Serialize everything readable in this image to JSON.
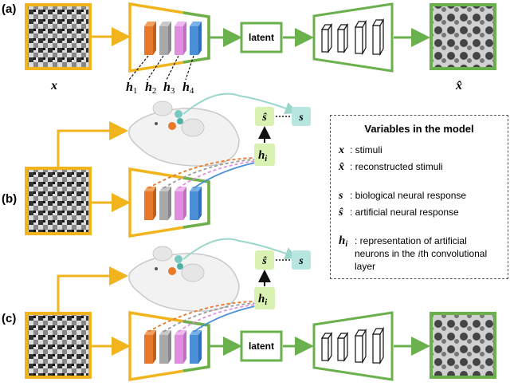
{
  "panels": {
    "a": {
      "label": "(a)",
      "latent": "latent",
      "input_symbol": "x",
      "output_symbol": "x̂",
      "layers": [
        "h",
        "h",
        "h",
        "h"
      ],
      "subs": [
        "1",
        "2",
        "3",
        "4"
      ]
    },
    "b": {
      "label": "(b)",
      "s_hat": "ŝ",
      "s": "s",
      "h_i": "h",
      "h_i_sub": "i"
    },
    "c": {
      "label": "(c)",
      "latent": "latent",
      "s_hat": "ŝ",
      "s": "s",
      "h_i": "h",
      "h_i_sub": "i"
    }
  },
  "legend": {
    "title": "Variables in the model",
    "items": [
      {
        "symbol": "x",
        "text": ": stimuli"
      },
      {
        "symbol": "x̂",
        "text": ": reconstructed stimuli"
      },
      {
        "symbol": "s",
        "text": ": biological neural response"
      },
      {
        "symbol": "ŝ",
        "text": ": artificial neural response"
      },
      {
        "symbol": "h",
        "sub": "i",
        "text": ": representation of artificial",
        "text2": "neurons in the ",
        "ital": "i",
        "text3": "th convolutional",
        "text4": "layer"
      }
    ]
  },
  "colors": {
    "encoder": "#f2b41c",
    "decoder": "#6ab04c",
    "layer1": "#e8782a",
    "layer2": "#a8a8a8",
    "layer3": "#e08ee0",
    "layer4": "#4a8fd8",
    "node_green": "#d9f2b4",
    "node_teal": "#b6e6df"
  }
}
